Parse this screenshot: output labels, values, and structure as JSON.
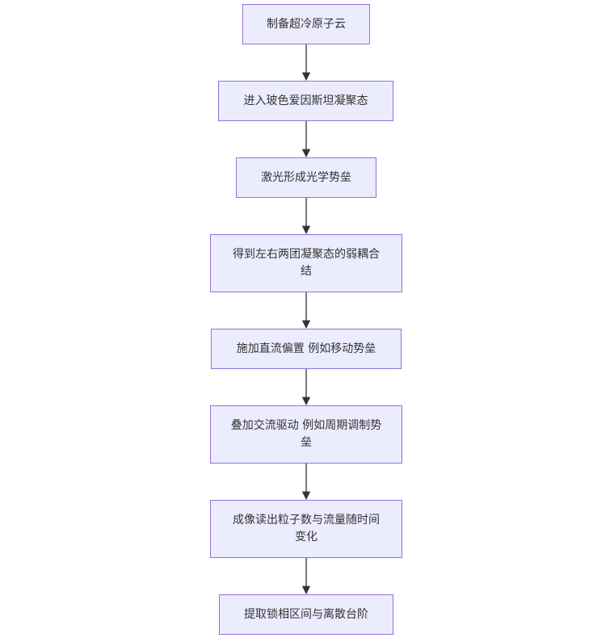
{
  "flowchart": {
    "nodes": [
      {
        "text": "制备超冷原子云"
      },
      {
        "text": "进入玻色爱因斯坦凝聚态"
      },
      {
        "text": "激光形成光学势垒"
      },
      {
        "text": "得到左右两团凝聚态的弱耦合结"
      },
      {
        "text": "施加直流偏置 例如移动势垒"
      },
      {
        "text": "叠加交流驱动 例如周期调制势垒"
      },
      {
        "text": "成像读出粒子数与流量随时间变化"
      },
      {
        "text": "提取锁相区间与离散台阶"
      }
    ],
    "edge_color": "#333333"
  }
}
